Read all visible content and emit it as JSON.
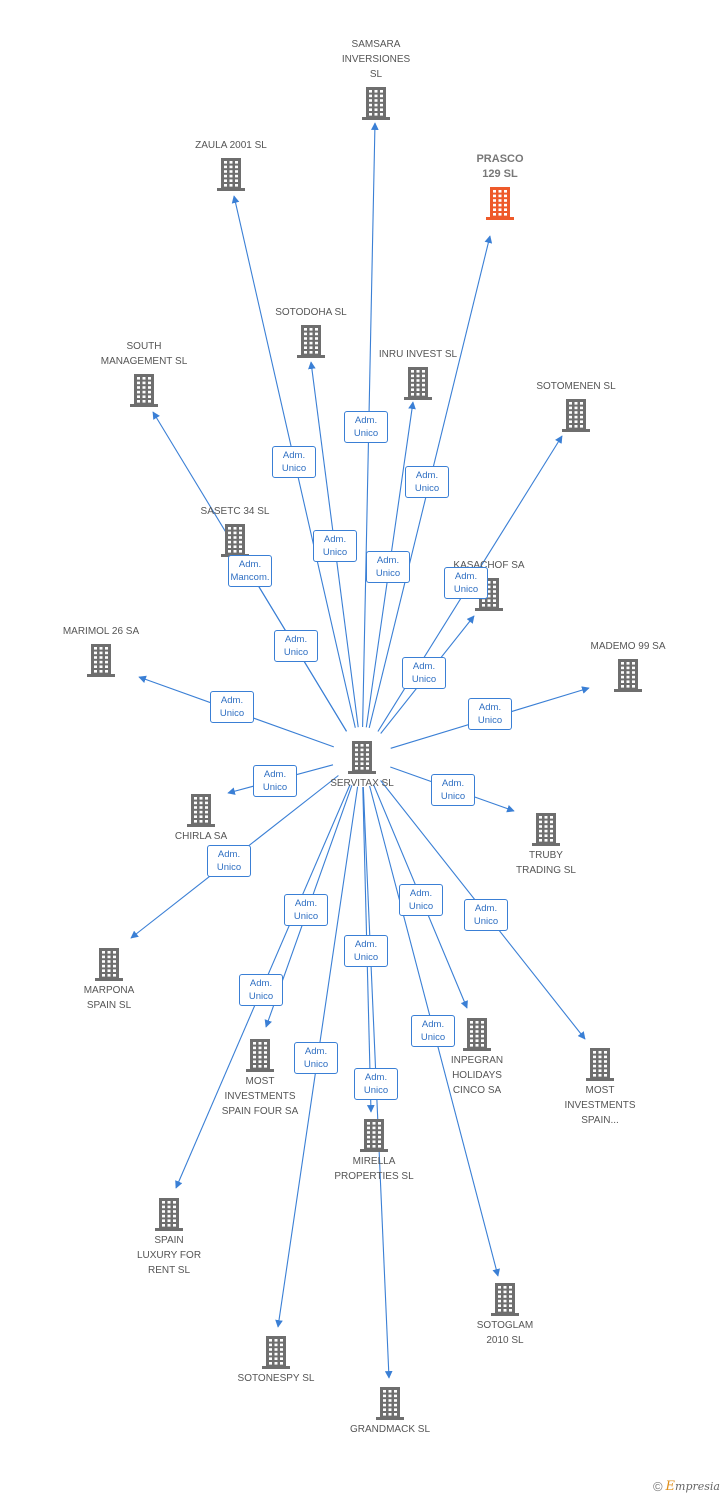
{
  "colors": {
    "edge": "#3a7fd5",
    "building": "#6e6e6e",
    "highlight": "#ee5a2a"
  },
  "center": {
    "label": "SERVITAX SL",
    "icon": "building-icon"
  },
  "nodes": [
    {
      "id": "samsara",
      "label": "SAMSARA\nINVERSIONES\nSL",
      "highlight": false
    },
    {
      "id": "zaula",
      "label": "ZAULA 2001  SL",
      "highlight": false
    },
    {
      "id": "prasco",
      "label": "PRASCO\n129 SL",
      "highlight": true
    },
    {
      "id": "sotodoha",
      "label": "SOTODOHA  SL",
      "highlight": false
    },
    {
      "id": "inru",
      "label": "INRU INVEST  SL",
      "highlight": false
    },
    {
      "id": "south",
      "label": "SOUTH\nMANAGEMENT SL",
      "highlight": false
    },
    {
      "id": "sotomenen",
      "label": "SOTOMENEN  SL",
      "highlight": false
    },
    {
      "id": "sasetc",
      "label": "SASETC 34  SL",
      "highlight": false
    },
    {
      "id": "kasachof",
      "label": "KASACHOF SA",
      "highlight": false
    },
    {
      "id": "marimol",
      "label": "MARIMOL 26 SA",
      "highlight": false
    },
    {
      "id": "mademo",
      "label": "MADEMO 99 SA",
      "highlight": false
    },
    {
      "id": "chirla",
      "label": "CHIRLA SA",
      "highlight": false
    },
    {
      "id": "truby",
      "label": "TRUBY\nTRADING SL",
      "highlight": false
    },
    {
      "id": "marpona",
      "label": "MARPONA\nSPAIN SL",
      "highlight": false
    },
    {
      "id": "mostfour",
      "label": "MOST\nINVESTMENTS\nSPAIN FOUR SA",
      "highlight": false
    },
    {
      "id": "inpegran",
      "label": "INPEGRAN\nHOLIDAYS\nCINCO SA",
      "highlight": false
    },
    {
      "id": "mostspain",
      "label": "MOST\nINVESTMENTS\nSPAIN...",
      "highlight": false
    },
    {
      "id": "mirella",
      "label": "MIRELLA\nPROPERTIES SL",
      "highlight": false
    },
    {
      "id": "spainlux",
      "label": "SPAIN\nLUXURY FOR\nRENT  SL",
      "highlight": false
    },
    {
      "id": "sotoglam",
      "label": "SOTOGLAM\n2010 SL",
      "highlight": false
    },
    {
      "id": "sotonespy",
      "label": "SOTONESPY  SL",
      "highlight": false
    },
    {
      "id": "grandmack",
      "label": "GRANDMACK SL",
      "highlight": false
    }
  ],
  "edges": [
    {
      "to": "samsara",
      "role": [
        "Adm.",
        "Unico"
      ]
    },
    {
      "to": "zaula",
      "role": [
        "Adm.",
        "Unico"
      ]
    },
    {
      "to": "prasco",
      "role": [
        "Adm.",
        "Unico"
      ]
    },
    {
      "to": "sotodoha",
      "role": [
        "Adm.",
        "Unico"
      ]
    },
    {
      "to": "inru",
      "role": [
        "Adm.",
        "Unico"
      ]
    },
    {
      "to": "south",
      "role": [
        "Adm.",
        "Mancom."
      ]
    },
    {
      "to": "sotomenen",
      "role": [
        "Adm.",
        "Unico"
      ]
    },
    {
      "to": "sasetc",
      "role": [
        "Adm.",
        "Unico"
      ]
    },
    {
      "to": "kasachof",
      "role": [
        "Adm.",
        "Unico"
      ]
    },
    {
      "to": "marimol",
      "role": [
        "Adm.",
        "Unico"
      ]
    },
    {
      "to": "mademo",
      "role": [
        "Adm.",
        "Unico"
      ]
    },
    {
      "to": "chirla",
      "role": [
        "Adm.",
        "Unico"
      ]
    },
    {
      "to": "truby",
      "role": [
        "Adm.",
        "Unico"
      ]
    },
    {
      "to": "marpona",
      "role": [
        "Adm.",
        "Unico"
      ]
    },
    {
      "to": "mostfour",
      "role": [
        "Adm.",
        "Unico"
      ]
    },
    {
      "to": "inpegran",
      "role": [
        "Adm.",
        "Unico"
      ]
    },
    {
      "to": "mostspain",
      "role": [
        "Adm.",
        "Unico"
      ]
    },
    {
      "to": "mirella",
      "role": [
        "Adm.",
        "Unico"
      ]
    },
    {
      "to": "spainlux",
      "role": [
        "Adm.",
        "Unico"
      ]
    },
    {
      "to": "sotoglam",
      "role": [
        "Adm.",
        "Unico"
      ]
    },
    {
      "to": "sotonespy",
      "role": [
        "Adm.",
        "Unico"
      ]
    },
    {
      "to": "grandmack",
      "role": [
        "Adm.",
        "Unico"
      ]
    }
  ],
  "watermark": {
    "copyright": "©",
    "brand_initial": "E",
    "brand_rest": "mpresia"
  }
}
